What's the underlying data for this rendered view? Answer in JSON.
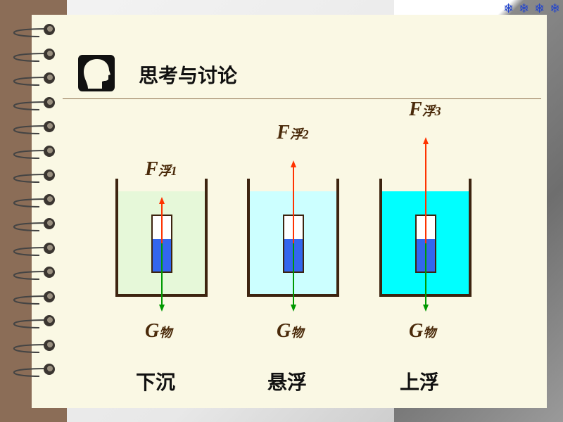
{
  "header": {
    "title": "思考与讨论",
    "icon": "thinking-head-icon",
    "decorations": [
      "snowflake-icon",
      "snowflake-icon",
      "snowflake-icon",
      "snowflake-icon"
    ]
  },
  "beakers": [
    {
      "force_up": "F",
      "force_up_sub": "浮1",
      "gravity": "G",
      "gravity_sub": "物",
      "state": "下沉",
      "water_color": "#e6f8d9"
    },
    {
      "force_up": "F",
      "force_up_sub": "浮2",
      "gravity": "G",
      "gravity_sub": "物",
      "state": "悬浮",
      "water_color": "#ccffff"
    },
    {
      "force_up": "F",
      "force_up_sub": "浮3",
      "gravity": "G",
      "gravity_sub": "物",
      "state": "上浮",
      "water_color": "#00ffff"
    }
  ],
  "colors": {
    "buoyancy_arrow": "#ff3300",
    "gravity_arrow": "#009900",
    "liquid_in_tube": "#3366ee",
    "beaker_wall": "#3d2410"
  }
}
